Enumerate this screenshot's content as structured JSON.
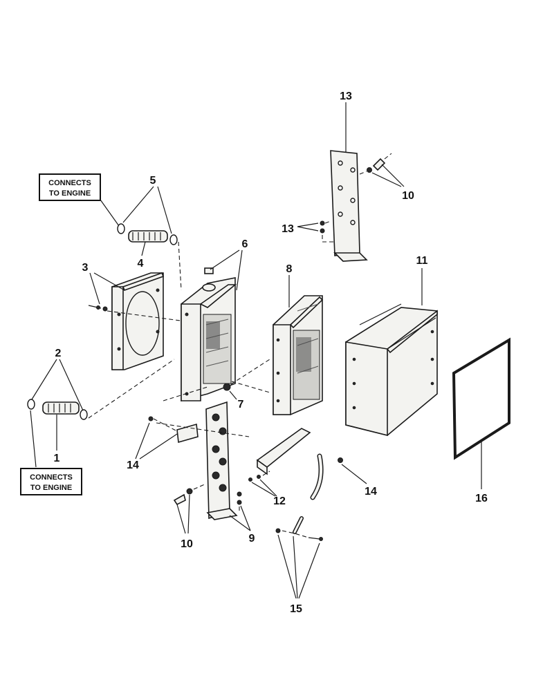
{
  "callouts": {
    "top": {
      "line1": "CONNECTS",
      "line2": "TO ENGINE"
    },
    "bottom": {
      "line1": "CONNECTS",
      "line2": "TO ENGINE"
    }
  },
  "labels": {
    "l1": "1",
    "l2": "2",
    "l3": "3",
    "l4": "4",
    "l5": "5",
    "l6": "6",
    "l7": "7",
    "l8": "8",
    "l9": "9",
    "l10a": "10",
    "l10b": "10",
    "l11": "11",
    "l12": "12",
    "l13a": "13",
    "l13b": "13",
    "l14a": "14",
    "l14b": "14",
    "l15": "15",
    "l16": "16"
  }
}
